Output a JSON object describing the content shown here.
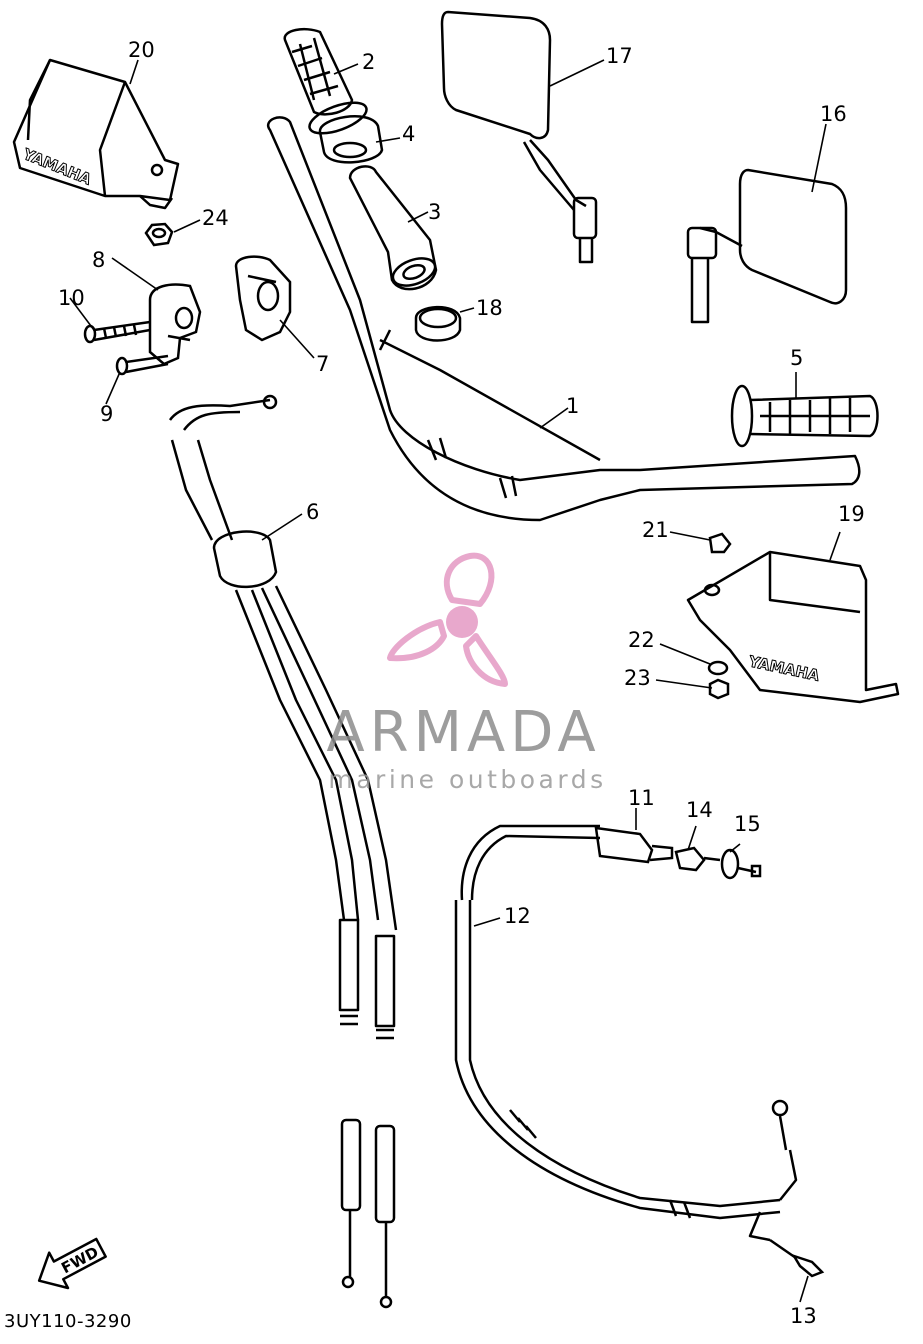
{
  "diagram": {
    "part_numbers": [
      "1",
      "2",
      "3",
      "4",
      "5",
      "6",
      "7",
      "8",
      "9",
      "10",
      "11",
      "12",
      "13",
      "14",
      "15",
      "16",
      "17",
      "18",
      "19",
      "20",
      "21",
      "22",
      "23",
      "24"
    ],
    "hand_guard_brand": "YAMAHA",
    "direction_label": "FWD",
    "drawing_code": "3UY110-3290"
  },
  "watermark": {
    "title": "ARMADA",
    "subtitle": "marine outboards",
    "logo_color": "#e8a8cc"
  }
}
